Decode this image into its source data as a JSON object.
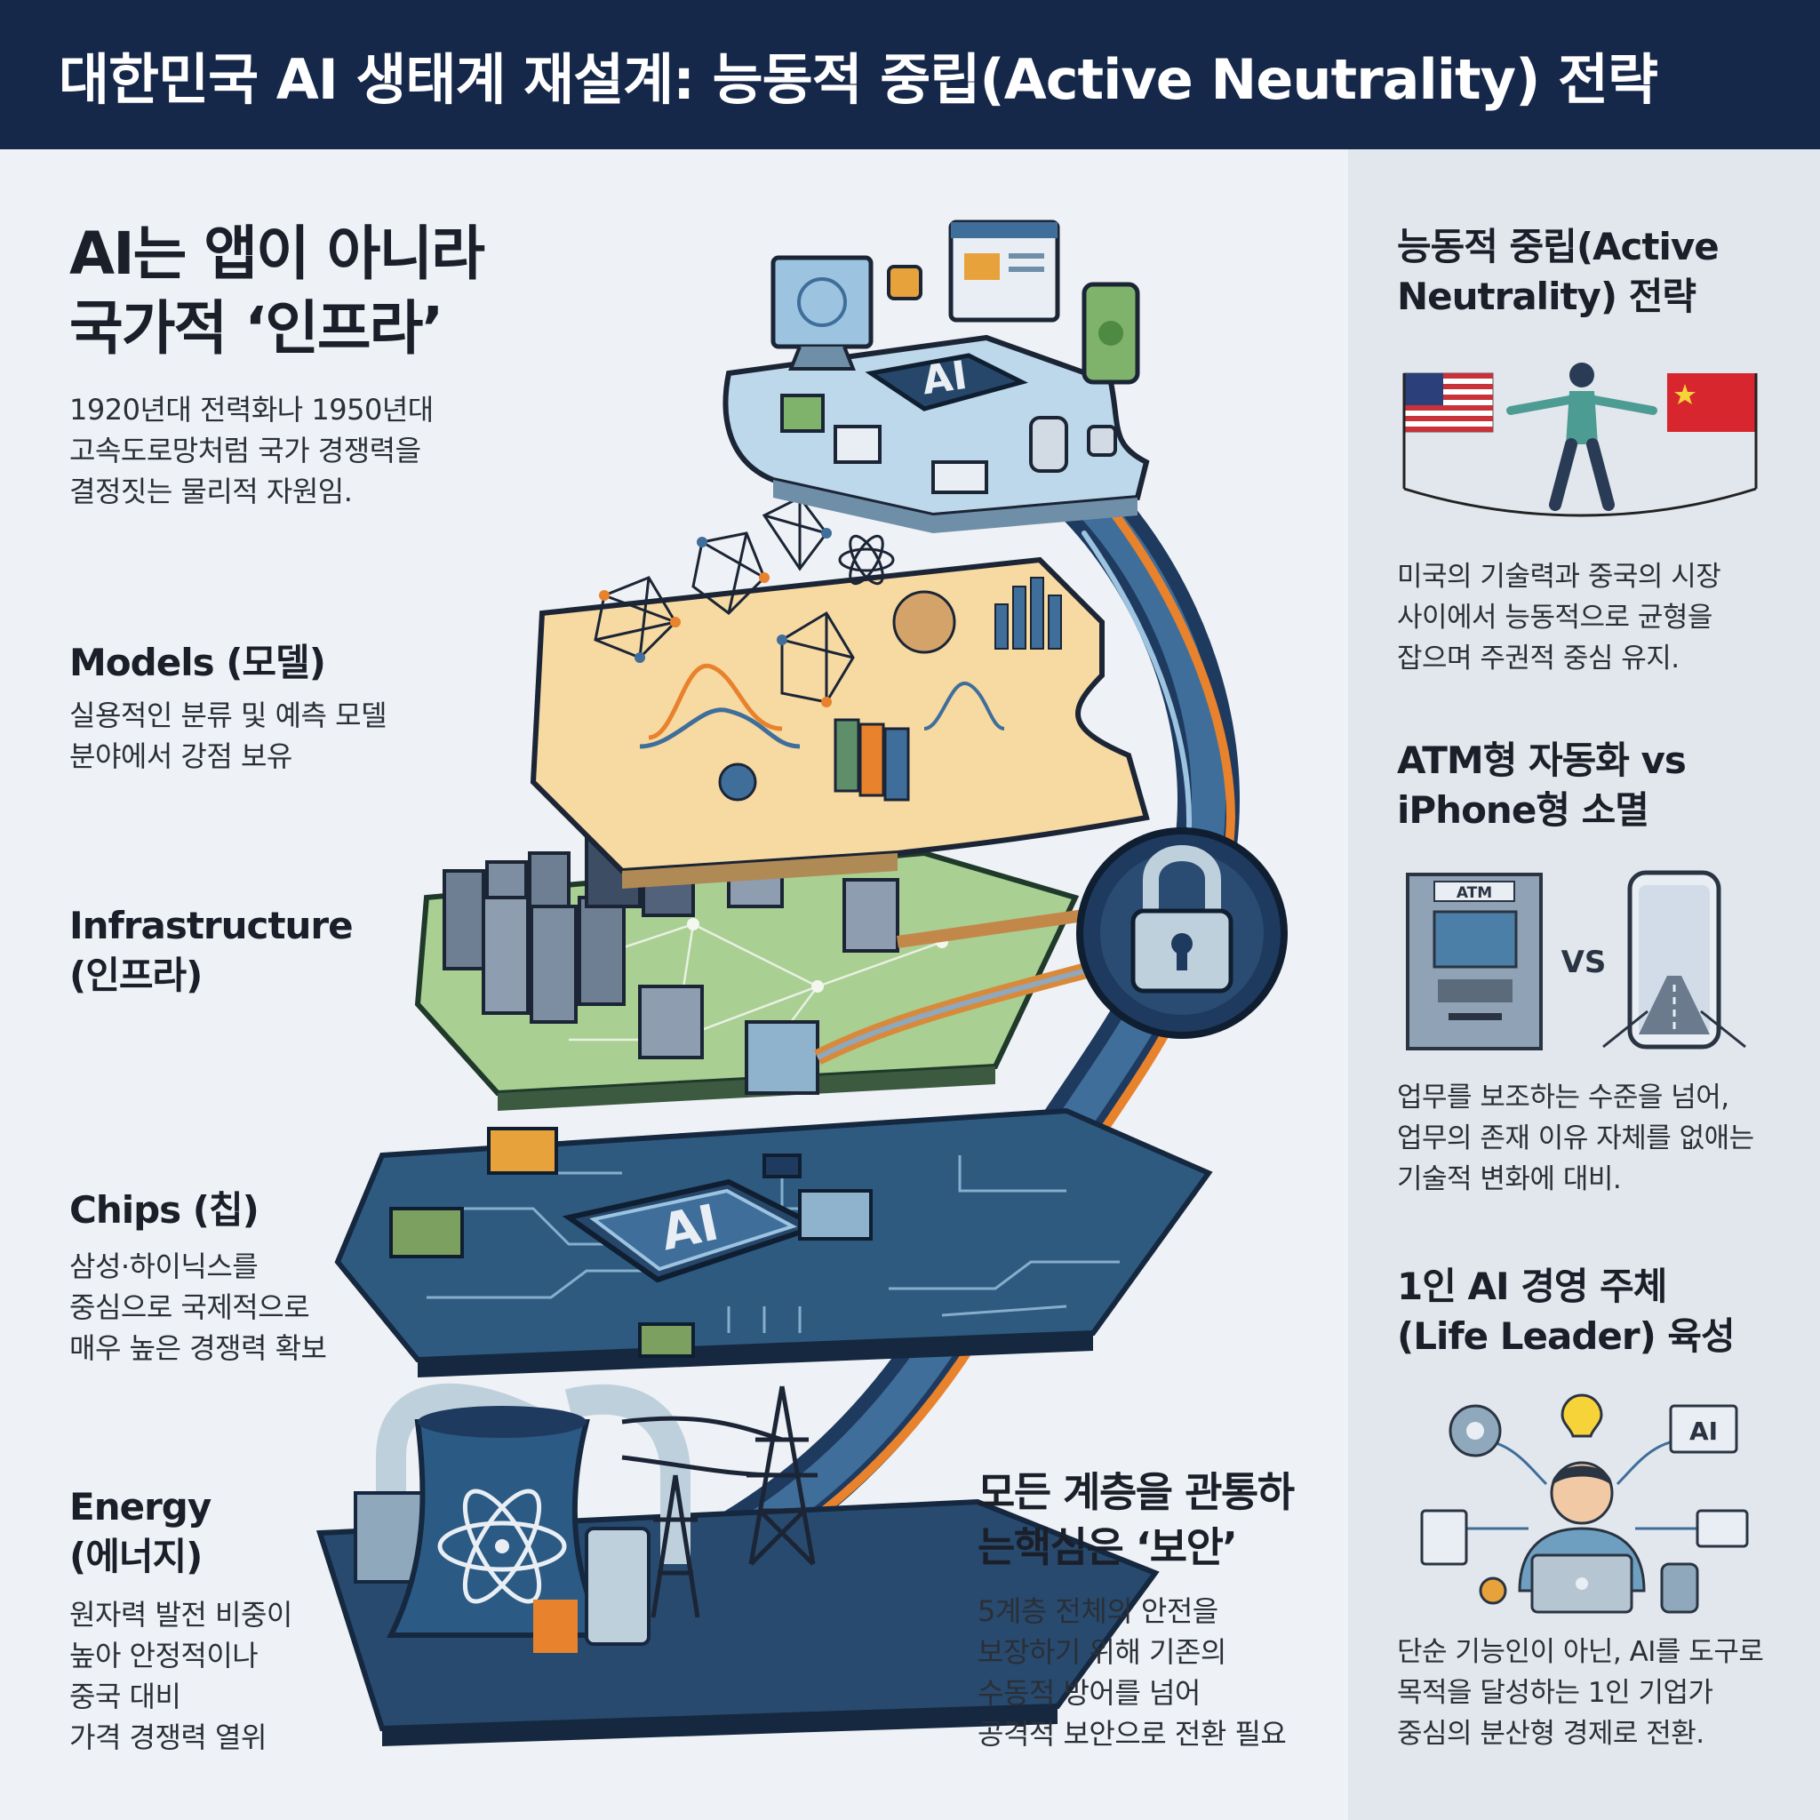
{
  "header": {
    "title": "대한민국 AI 생태계 재설계: 능동적 중립(Active Neutrality) 전략"
  },
  "left": {
    "headline": "AI는 앱이 아니라\n국가적 ‘인프라’",
    "intro": "1920년대 전력화나 1950년대\n고속도로망처럼 국가 경쟁력을\n결정짓는 물리적 자원임.",
    "models": {
      "title": "Models (모델)",
      "desc": "실용적인 분류 및 예측 모델\n분야에서 강점 보유"
    },
    "infrastructure": {
      "title": "Infrastructure\n(인프라)"
    },
    "chips": {
      "title": "Chips (칩)",
      "desc": "삼성·하이닉스를\n중심으로 국제적으로\n매우 높은 경쟁력 확보"
    },
    "energy": {
      "title": "Energy\n(에너지)",
      "desc": "원자력 발전 비중이\n높아 안정적이나\n중국 대비\n가격 경쟁력 열위"
    }
  },
  "center": {
    "security_title": "모든 계층을 관통하\n는핵심은 ‘보안’",
    "security_desc": "5계층 전체의 안전을\n보장하기 위해 기존의\n수동적 방어를 넘어\n공격적 보안으로 전환 필요",
    "ai_chip_label": "AI",
    "ai_app_label": "AI"
  },
  "right": {
    "neutrality": {
      "title": "능동적 중립(Active\nNeutrality) 전략",
      "desc": "미국의 기술력과 중국의 시장\n사이에서 능동적으로 균형을\n잡으며 주권적 중심 유지."
    },
    "atm": {
      "title": "ATM형 자동화 vs\niPhone형 소멸",
      "atm_label": "ATM",
      "vs_label": "VS",
      "desc": "업무를 보조하는 수준을 넘어,\n업무의 존재 이유 자체를 없애는\n기술적 변화에 대비."
    },
    "leader": {
      "title": "1인 AI 경영 주체\n(Life Leader) 육성",
      "ai_label": "AI",
      "desc": "단순 기능인이 아닌, AI를 도구로\n목적을 달성하는 1인 기업가\n중심의 분산형 경제로 전환."
    }
  },
  "colors": {
    "navy": "#16284a",
    "orange": "#e8822c",
    "models_layer": "#f7d9a2",
    "infra_layer": "#a9cf93",
    "chips_layer": "#2f5a80",
    "apps_layer": "#bcd8ea"
  }
}
